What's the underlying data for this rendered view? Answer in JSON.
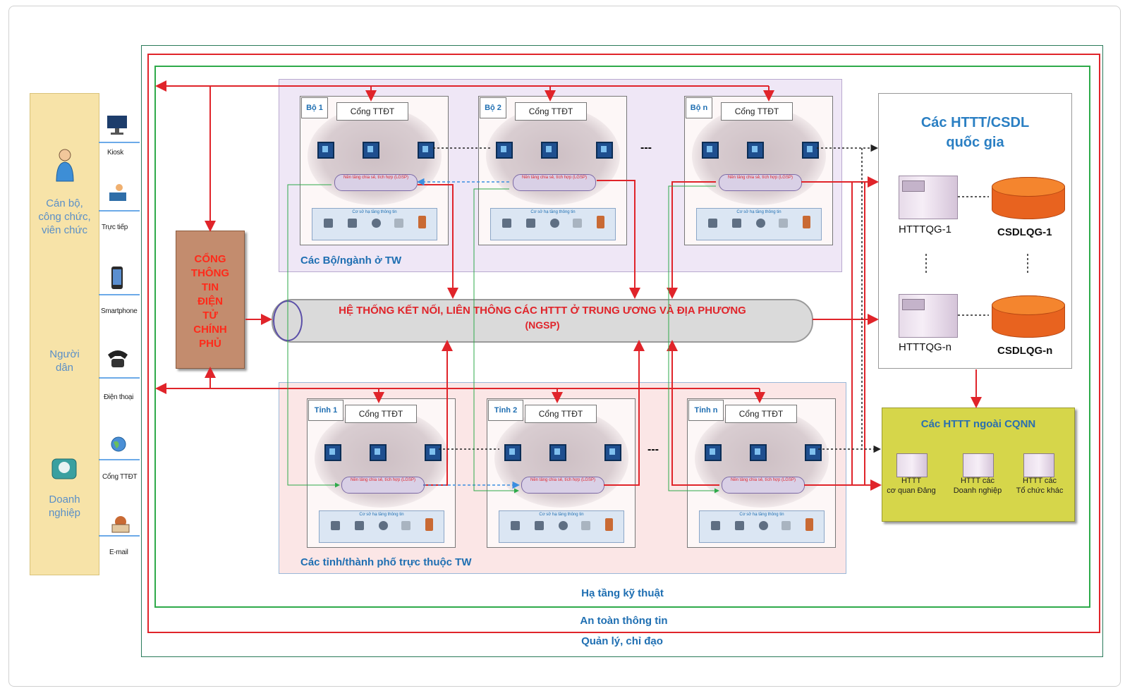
{
  "layers": {
    "infra": "Hạ tầng kỹ thuật",
    "security": "An toàn thông tin",
    "management": "Quản lý, chỉ đạo"
  },
  "users": {
    "officials": "Cán bộ,\ncông chức,\nviên chức",
    "citizens": "Người\ndân",
    "business": "Doanh\nnghiệp"
  },
  "channels": [
    "Kiosk",
    "Trực tiếp",
    "Smartphone",
    "Điện thoại",
    "Cổng TTĐT",
    "E-mail"
  ],
  "gov_portal": [
    "CỔNG",
    "THÔNG",
    "TIN",
    "ĐIỆN",
    "TỬ",
    "CHÍNH",
    "PHỦ"
  ],
  "ministries": {
    "zone_label": "Các Bộ/ngành ở TW",
    "units": [
      "Bộ 1",
      "Bộ 2",
      "Bộ n"
    ],
    "ellipsis": "---"
  },
  "provinces": {
    "zone_label": "Các tỉnh/thành phố trực thuộc TW",
    "units": [
      "Tỉnh 1",
      "Tỉnh 2",
      "Tỉnh n"
    ],
    "ellipsis": "---"
  },
  "unit_parts": {
    "portal": "Cổng TTĐT",
    "lgsp": "Nền tảng chia sẻ, tích hợp (LGSP)",
    "infra": "Cơ sở hạ tầng thông tin"
  },
  "ngsp": {
    "line1": "HỆ THỐNG KẾT NỐI, LIÊN THÔNG CÁC HTTT Ở TRUNG ƯƠNG VÀ ĐỊA PHƯƠNG",
    "line2": "(NGSP)"
  },
  "national": {
    "title_line1": "Các HTTT/CSDL",
    "title_line2": "quốc gia",
    "sys1": "HTTTQG-1",
    "db1": "CSDLQG-1",
    "sysn": "HTTTQG-n",
    "dbn": "CSDLQG-n"
  },
  "external": {
    "title": "Các HTTT ngoài CQNN",
    "items": [
      "HTTT\ncơ quan Đảng",
      "HTTT các\nDoanh nghiệp",
      "HTTT các\nTổ chức khác"
    ]
  },
  "colors": {
    "arrow_red": "#e0242a",
    "green_border": "#2eaa4a",
    "label_blue": "#1f6fb2"
  }
}
